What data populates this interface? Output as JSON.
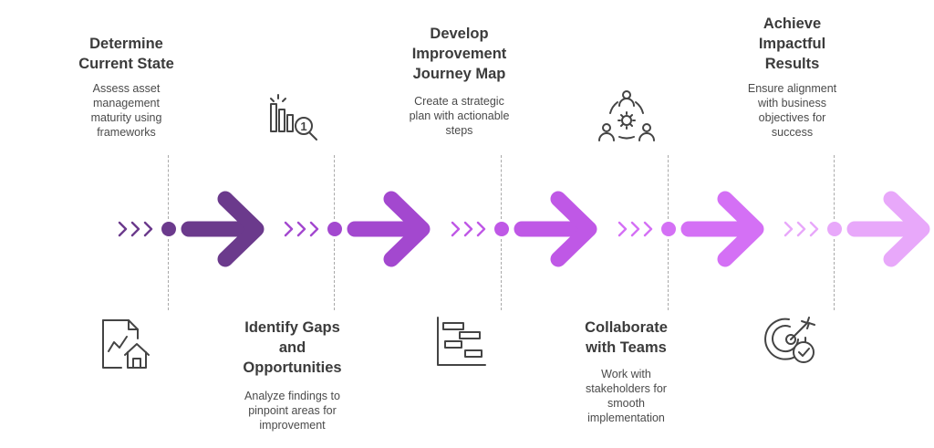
{
  "colors": {
    "step1": "#6b3a8c",
    "step2": "#a348cf",
    "step3": "#bf58e6",
    "step4": "#d470f5",
    "step5": "#e8a8fa",
    "text": "#3b3b3b",
    "connector": "#a9a9a9"
  },
  "steps": [
    {
      "title": "Determine\nCurrent State",
      "description": "Assess asset\nmanagement\nmaturity using\nframeworks",
      "icon": "document-chart-house-icon"
    },
    {
      "title": "Identify Gaps\nand\nOpportunities",
      "description": "Analyze findings to\npinpoint areas for\nimprovement",
      "icon": "bar-chart-magnifier-icon"
    },
    {
      "title": "Develop\nImprovement\nJourney Map",
      "description": "Create a strategic\nplan with actionable\nsteps",
      "icon": "gantt-chart-icon"
    },
    {
      "title": "Collaborate\nwith Teams",
      "description": "Work with\nstakeholders for\nsmooth\nimplementation",
      "icon": "team-gear-icon"
    },
    {
      "title": "Achieve\nImpactful\nResults",
      "description": "Ensure alignment\nwith business\nobjectives for\nsuccess",
      "icon": "target-check-icon"
    }
  ]
}
